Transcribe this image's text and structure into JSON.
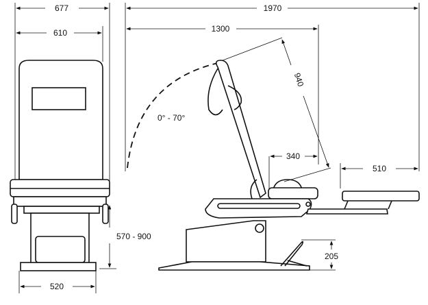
{
  "title": "Chair dimensions drawing",
  "front_view": {
    "overall_width": "677",
    "backrest_width": "610",
    "base_width": "520",
    "seat_height": "570 - 900"
  },
  "side_view": {
    "overall_length": "1970",
    "reclined_length": "1300",
    "backrest_length": "940",
    "recline_angle": "0° - 70°",
    "seat_depth": "340",
    "footrest_length": "510",
    "pedal_height": "205"
  }
}
